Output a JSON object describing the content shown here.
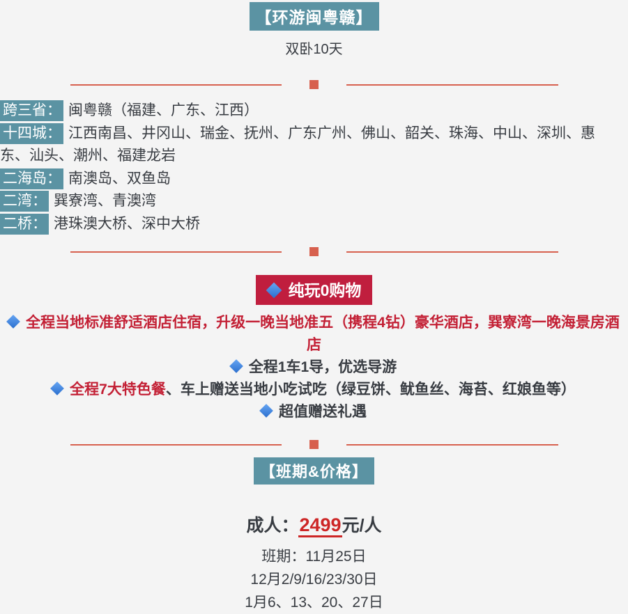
{
  "page": {
    "title": "【环游闽粤赣】",
    "subtitle": "双卧10天"
  },
  "overview": {
    "rows": [
      {
        "label": "跨三省：",
        "text": "闽粤赣（福建、广东、江西）"
      },
      {
        "label": "十四城：",
        "text": "江西南昌、井冈山、瑞金、抚州、广东广州、佛山、韶关、珠海、中山、深圳、惠东、汕头、潮州、福建龙岩"
      },
      {
        "label": "二海岛：",
        "text": "南澳岛、双鱼岛"
      },
      {
        "label": "二湾：",
        "text": "巽寮湾、青澳湾"
      },
      {
        "label": "二桥：",
        "text": "港珠澳大桥、深中大桥"
      }
    ]
  },
  "highlights": {
    "badge": "纯玩0购物",
    "bullets": [
      {
        "red_text": "全程当地标准舒适酒店住宿，升级一晚当地准五（携程4钻）豪华酒店，巽寮湾一晚海景房酒店",
        "text": ""
      },
      {
        "red_text": "",
        "text": "全程1车1导，优选导游"
      },
      {
        "red_text": "全程7大特色餐",
        "text": "、车上赠送当地小吃试吃（绿豆饼、鱿鱼丝、海苔、红娘鱼等）"
      },
      {
        "red_text": "",
        "text": "超值赠送礼遇"
      }
    ]
  },
  "schedule": {
    "section_title": "【班期&价格】",
    "price_label": "成人：",
    "price_value": "2499",
    "price_unit": "元/人",
    "dates": [
      "班期：11月25日",
      "12月2/9/16/23/30日",
      "1月6、13、20、27日"
    ]
  },
  "icons": {
    "diamond": "diamond-icon",
    "divider_square": "divider-square-icon"
  },
  "colors": {
    "teal_highlight": "#5b93a3",
    "divider_coral": "#d7604e",
    "badge_crimson": "#c01e3e",
    "red_text": "#c32035",
    "price_red": "#cd2626",
    "dark_text": "#383c42",
    "background": "#f4f4f4",
    "diamond_blue": "#2b6fce"
  }
}
